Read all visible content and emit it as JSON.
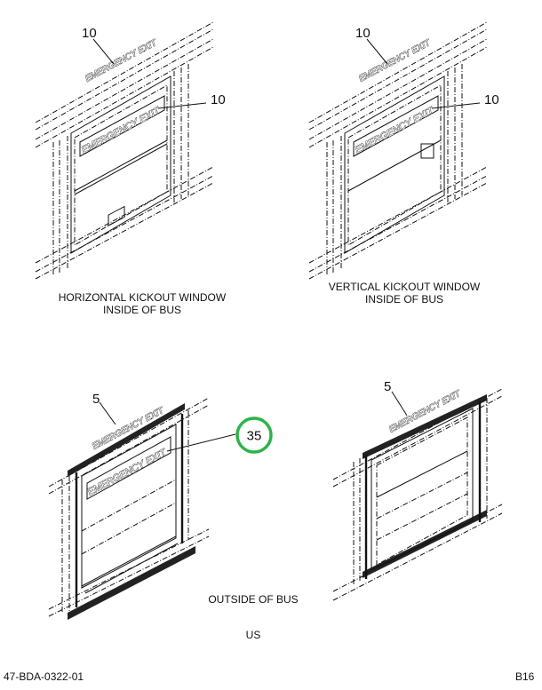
{
  "views": [
    {
      "caption_line1": "HORIZONTAL KICKOUT WINDOW",
      "caption_line2": "INSIDE OF BUS",
      "callouts": [
        "10",
        "10"
      ],
      "sign_text": "EMERGENCY EXIT"
    },
    {
      "caption_line1": "VERTICAL KICKOUT WINDOW",
      "caption_line2": "INSIDE OF BUS",
      "callouts": [
        "10",
        "10"
      ],
      "sign_text": "EMERGENCY EXIT"
    },
    {
      "caption_line1": "",
      "caption_line2": "",
      "callouts": [
        "5",
        "35"
      ],
      "sign_text": "EMERGENCY EXIT"
    },
    {
      "caption_line1": "",
      "caption_line2": "",
      "callouts": [
        "5"
      ],
      "sign_text": "EMERGENCY EXIT"
    }
  ],
  "outside_label": "OUTSIDE OF BUS",
  "region_label": "US",
  "footer": {
    "doc_number": "47-BDA-0322-01",
    "page_code": "B16"
  },
  "colors": {
    "highlight_circle": "#2db34a",
    "line": "#111111"
  }
}
